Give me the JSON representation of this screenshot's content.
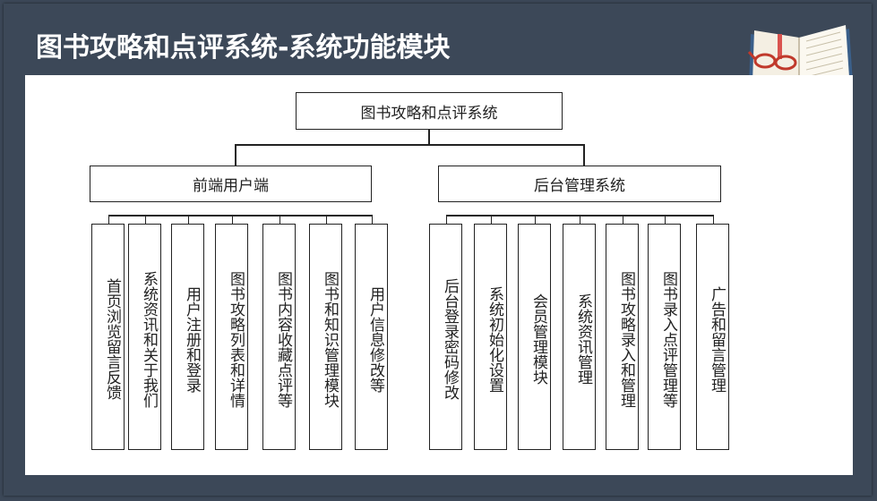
{
  "page": {
    "title": "图书攻略和点评系统-系统功能模块"
  },
  "diagram": {
    "root": "图书攻略和点评系统",
    "branches": [
      {
        "label": "前端用户端",
        "children": [
          "首页浏览留言反馈",
          "系统资讯和关于我们",
          "用户注册和登录",
          "图书攻略列表和详情",
          "图书内容收藏点评等",
          "图书和知识管理模块",
          "用户信息修改等"
        ]
      },
      {
        "label": "后台管理系统",
        "children": [
          "后台登录密码修改",
          "系统初始化设置",
          "会员管理模块",
          "系统资讯管理",
          "图书攻略录入和管理",
          "图书录入点评管理等",
          "广告和留言管理"
        ]
      }
    ]
  },
  "colors": {
    "background": "#3c4858",
    "panel": "#ffffff",
    "line": "#222222",
    "title_text": "#ffffff"
  },
  "decor": {
    "icon": "open-book-with-glasses-icon"
  }
}
